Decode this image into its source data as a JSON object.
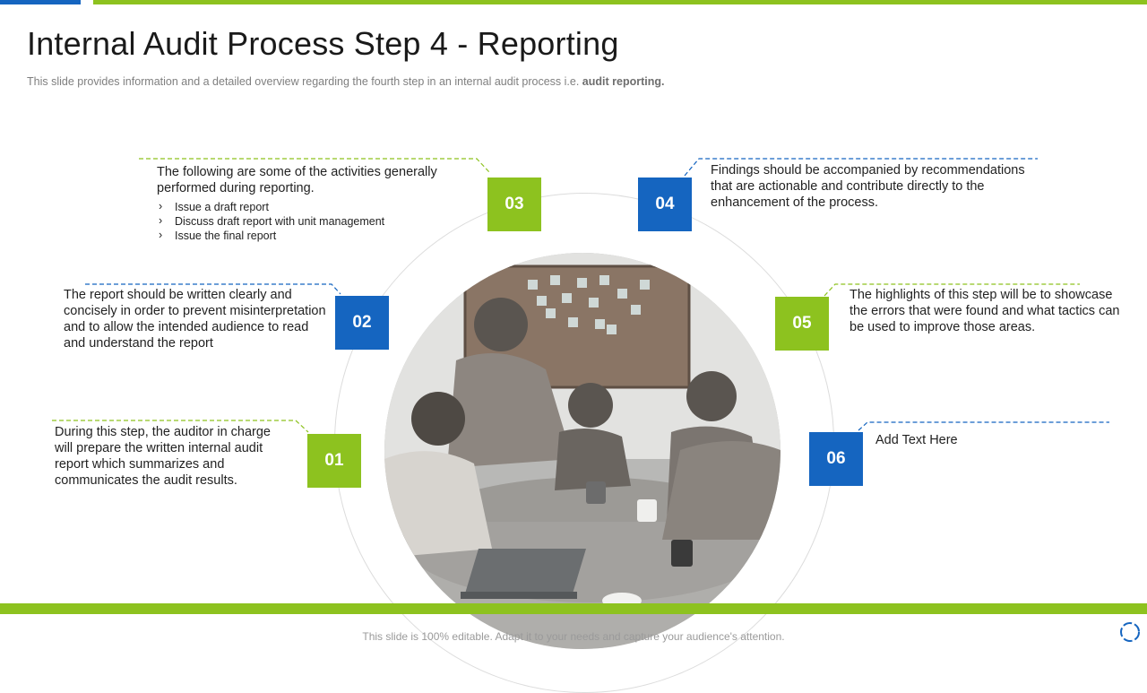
{
  "title": "Internal Audit Process Step 4 - Reporting",
  "subtitle": {
    "text": "This slide provides  information  and a detailed overview  regarding the fourth  step in an internal audit process i.e. ",
    "bold": "audit reporting."
  },
  "steps": [
    {
      "number": "01",
      "text": "During this step, the auditor in charge will prepare the written internal audit report which summarizes and communicates the audit results."
    },
    {
      "number": "02",
      "text": "The report should be written clearly and concisely in order to prevent misinterpretation and to allow the intended audience to read and understand the report"
    },
    {
      "number": "03",
      "text": "The following are some of the activities generally performed during reporting.",
      "bullets": [
        "Issue a draft report",
        "Discuss draft report  with unit management",
        "Issue the final report"
      ]
    },
    {
      "number": "04",
      "text": "Findings should be accompanied by recommendations that are actionable and contribute directly to the enhancement of the process."
    },
    {
      "number": "05",
      "text": "The highlights of this step will be to showcase the errors that were found and what tactics can be used to improve those areas."
    },
    {
      "number": "06",
      "text": "Add Text Here"
    }
  ],
  "footer": "This slide is 100% editable. Adapt it to your needs and capture your audience's attention.",
  "colors": {
    "green": "#8dc21f",
    "blue": "#1565c0"
  },
  "icons": {
    "corner": "circle-refresh-icon",
    "photo": "team-meeting-photo"
  }
}
